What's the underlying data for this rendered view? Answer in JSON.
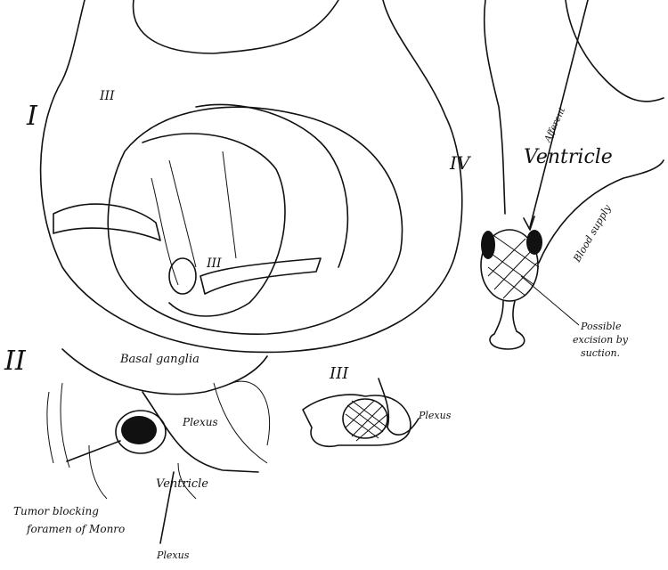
{
  "panels": [
    {
      "numeral": "I",
      "labels": [
        "III",
        "III"
      ]
    },
    {
      "numeral": "II",
      "labels": [
        "Basal ganglia",
        "Plexus",
        "Ventricle",
        "Tumor blocking",
        "foramen of Monro",
        "Plexus"
      ]
    },
    {
      "numeral": "III",
      "labels": [
        "Plexus"
      ]
    },
    {
      "numeral": "IV",
      "labels": [
        "Ventricle",
        "Afferent",
        "Blood supply",
        "Possible",
        "excision by",
        "suction."
      ]
    }
  ],
  "colors": {
    "ink": "#111111",
    "paper": "#ffffff"
  }
}
